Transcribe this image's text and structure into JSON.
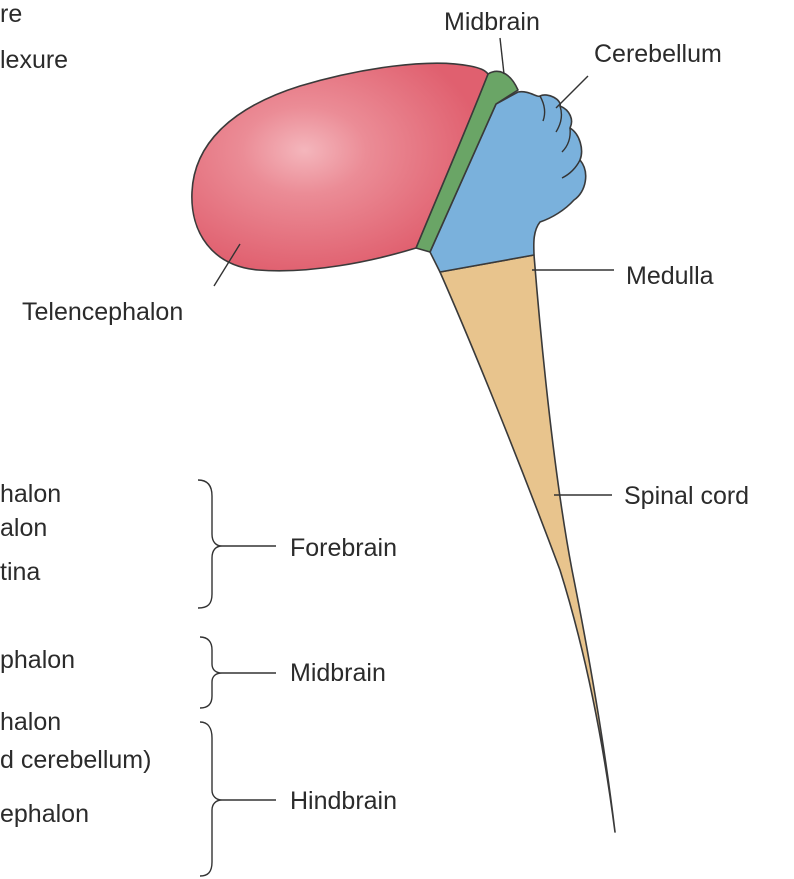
{
  "colors": {
    "telencephalon": "#e0606f",
    "midbrain": "#6aa566",
    "hindbrain": "#7ab1dc",
    "spinal_cord": "#e8c48d"
  },
  "structure_labels": {
    "midbrain": "Midbrain",
    "cerebellum": "Cerebellum",
    "medulla": "Medulla",
    "telencephalon": "Telencephalon",
    "spinal_cord": "Spinal cord"
  },
  "left_list_clipped": {
    "line1": "re",
    "line2": "lexure",
    "line3": "halon",
    "line4": "alon",
    "line5": "tina",
    "line6": "phalon",
    "line7": "halon",
    "line8": "d cerebellum)",
    "line9": "ephalon"
  },
  "groups": {
    "forebrain": "Forebrain",
    "midbrain": "Midbrain",
    "hindbrain": "Hindbrain"
  }
}
